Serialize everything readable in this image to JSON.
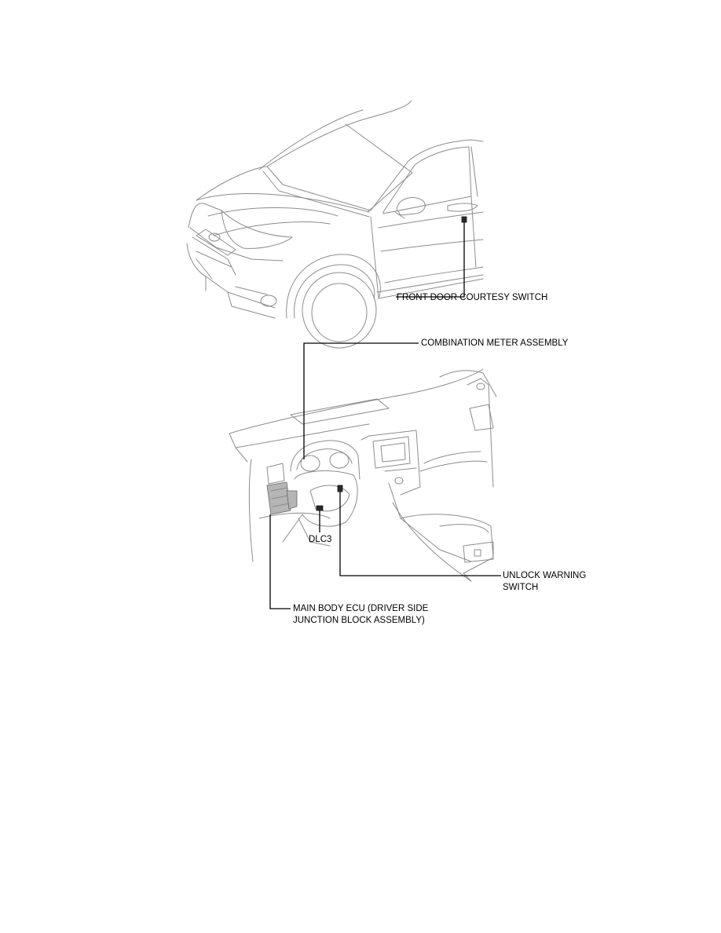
{
  "callouts": {
    "front_door_courtesy_switch": "FRONT DOOR COURTESY SWITCH",
    "combination_meter_assembly": "COMBINATION METER ASSEMBLY",
    "dlc3": "DLC3",
    "unlock_warning_switch_line1": "UNLOCK WARNING",
    "unlock_warning_switch_line2": "SWITCH",
    "main_body_ecu_line1": "MAIN BODY ECU (DRIVER SIDE",
    "main_body_ecu_line2": "JUNCTION BLOCK ASSEMBLY)"
  }
}
